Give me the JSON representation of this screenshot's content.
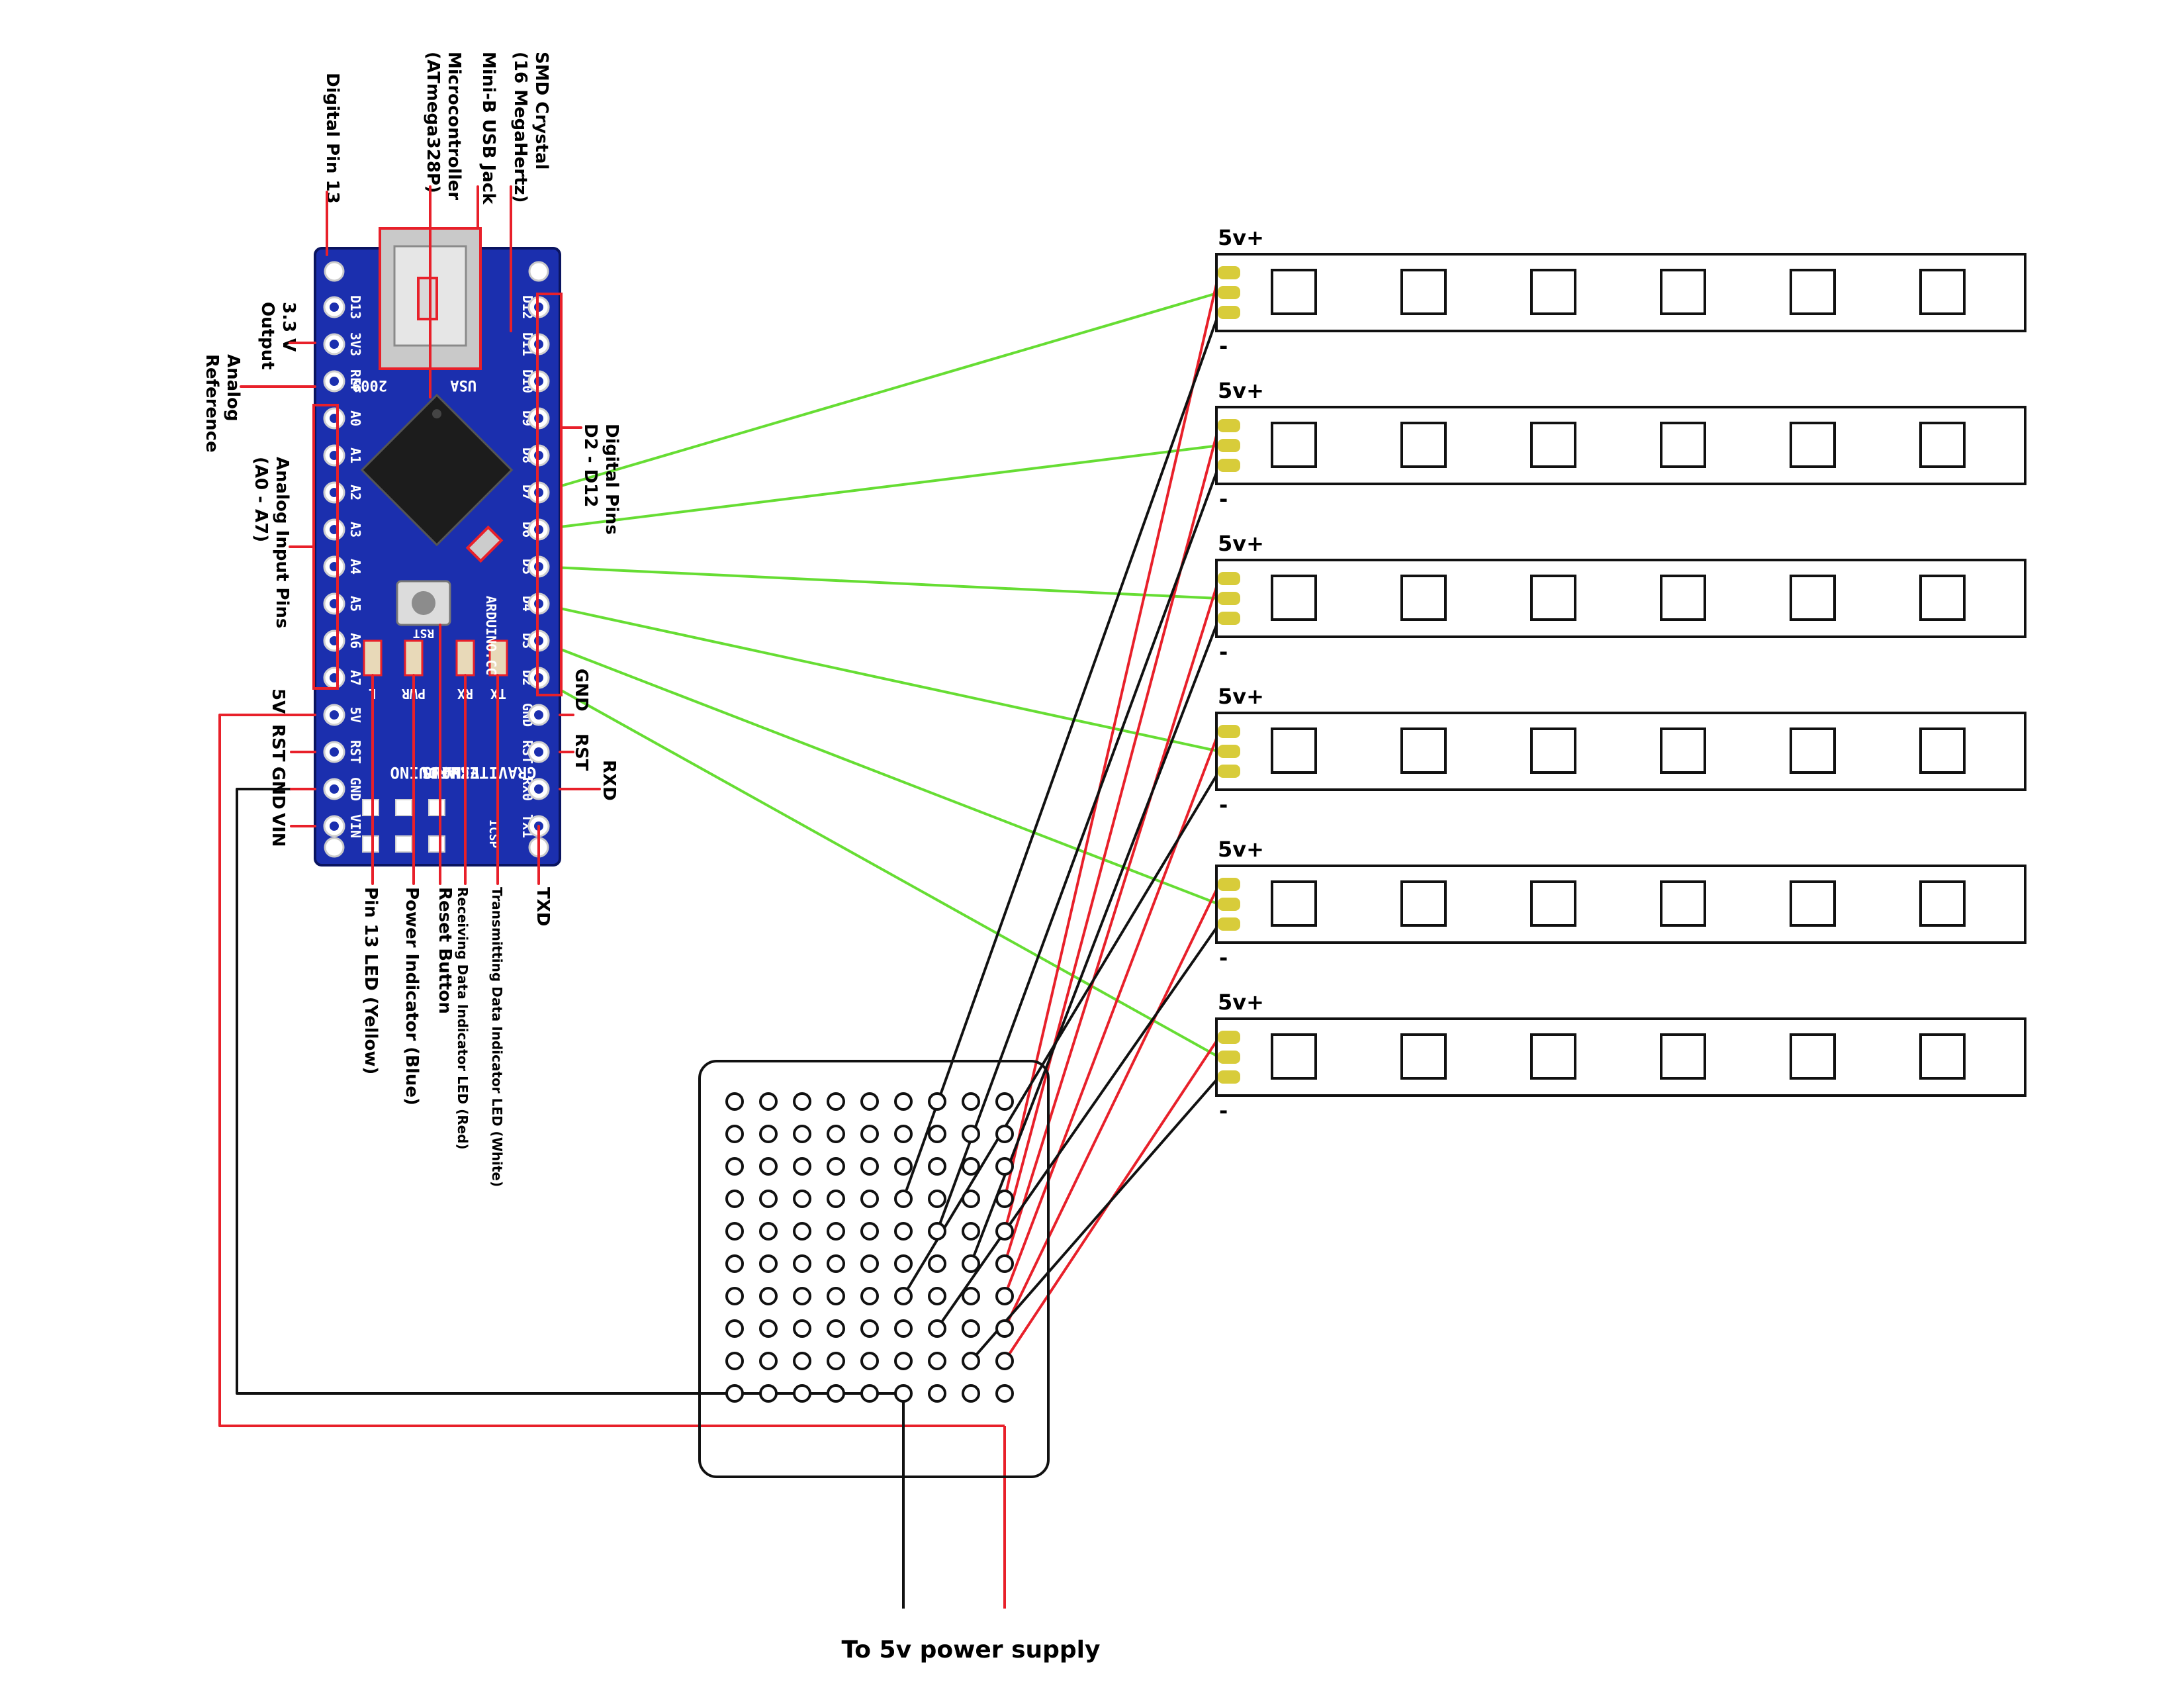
{
  "colors": {
    "wire_red": "#e8202a",
    "wire_green": "#66dd33",
    "wire_black": "#111111",
    "board_blue": "#1b2fae",
    "strip_pads": "#d8cc3a"
  },
  "board": {
    "usb_text": "USA",
    "year_text": "2009",
    "brand_lines": [
      "ARDUINO",
      "NANO",
      "V3.0",
      "GRAVITECH.US"
    ],
    "site_text": "ARDUINO.CC",
    "pin_labels_left": [
      "D13",
      "3V3",
      "REF",
      "A0",
      "A1",
      "A2",
      "A3",
      "A4",
      "A5",
      "A6",
      "A7",
      "5V",
      "RST",
      "GND",
      "VIN"
    ],
    "pin_labels_right": [
      "D12",
      "D11",
      "D10",
      "D9",
      "D8",
      "D7",
      "D6",
      "D5",
      "D4",
      "D3",
      "D2",
      "GND",
      "RST",
      "RX0",
      "TX1"
    ],
    "led_labels": [
      "L",
      "PWR",
      "RX",
      "TX"
    ],
    "icsp_text": "ICSP",
    "rst_text": "RST"
  },
  "callouts": {
    "top": [
      {
        "id": "smd-crystal",
        "lines": [
          "SMD Crystal",
          "(16 MegaHertz)"
        ]
      },
      {
        "id": "mini-usb",
        "lines": [
          "Mini-B USB Jack"
        ]
      },
      {
        "id": "microcontroller",
        "lines": [
          "Microcontroller",
          "(ATmega328P)"
        ]
      },
      {
        "id": "digital-pin-13",
        "lines": [
          "Digital Pin 13"
        ]
      }
    ],
    "left": [
      {
        "id": "3v3-output",
        "lines": [
          "3.3 V",
          "Output"
        ]
      },
      {
        "id": "analog-reference",
        "lines": [
          "Analog",
          "Reference"
        ]
      },
      {
        "id": "analog-input-pins",
        "lines": [
          "Analog Input Pins",
          "(A0 - A7)"
        ]
      },
      {
        "id": "5v",
        "lines": [
          "5V"
        ]
      },
      {
        "id": "rst",
        "lines": [
          "RST"
        ]
      },
      {
        "id": "gnd",
        "lines": [
          "GND"
        ]
      },
      {
        "id": "vin",
        "lines": [
          "VIN"
        ]
      }
    ],
    "right": [
      {
        "id": "digital-pins",
        "lines": [
          "Digital Pins",
          "D2 - D12"
        ]
      },
      {
        "id": "gnd-right",
        "lines": [
          "GND"
        ]
      },
      {
        "id": "rst-right",
        "lines": [
          "RST"
        ]
      },
      {
        "id": "rxd",
        "lines": [
          "RXD"
        ]
      }
    ],
    "bottom": [
      {
        "id": "txd",
        "lines": [
          "TXD"
        ]
      },
      {
        "id": "tx-led",
        "lines": [
          "Transmitting Data Indicator LED (White)"
        ]
      },
      {
        "id": "rx-led",
        "lines": [
          "Receiving Data Indicator LED (Red)"
        ]
      },
      {
        "id": "reset-button",
        "lines": [
          "Reset Button"
        ]
      },
      {
        "id": "power-led",
        "lines": [
          "Power Indicator (Blue)"
        ]
      },
      {
        "id": "pin13-led",
        "lines": [
          "Pin 13 LED (Yellow)"
        ]
      }
    ]
  },
  "strips": [
    {
      "plus_label": "5v+",
      "minus_label": "-",
      "led_count": 6
    },
    {
      "plus_label": "5v+",
      "minus_label": "-",
      "led_count": 6
    },
    {
      "plus_label": "5v+",
      "minus_label": "-",
      "led_count": 6
    },
    {
      "plus_label": "5v+",
      "minus_label": "-",
      "led_count": 6
    },
    {
      "plus_label": "5v+",
      "minus_label": "-",
      "led_count": 6
    },
    {
      "plus_label": "5v+",
      "minus_label": "-",
      "led_count": 6
    }
  ],
  "protoboard": {
    "rows": 10,
    "cols": 9
  },
  "power_supply_label": "To 5v power supply"
}
